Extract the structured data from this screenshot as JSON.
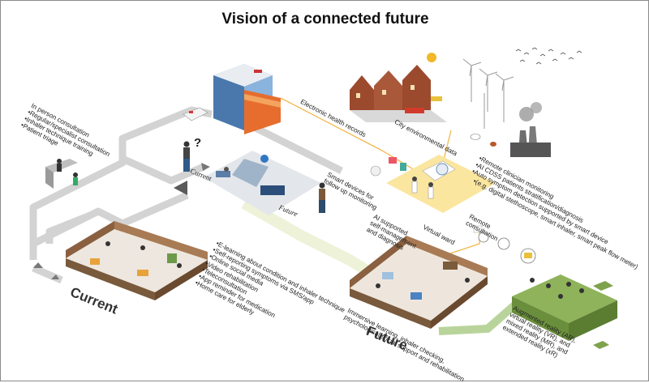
{
  "title": "Vision of a connected future",
  "labels": {
    "current_big": "Current",
    "future_big": "Future",
    "current_arrow": "Current",
    "future_arrow": "Future",
    "question_mark": "?",
    "ehr": "Electronic health records",
    "city_env": "City environmental data",
    "smart_devices_line1": "Smart devices for",
    "smart_devices_line2": "follow up monitoring",
    "ai_supported_line1": "AI supported",
    "ai_supported_line2": "self-management",
    "ai_supported_line3": "and diagnosis",
    "virtual_ward": "Virtual ward",
    "remote_consult_line1": "Remote",
    "remote_consult_line2": "consultation",
    "immersive_line1": "Immersive learning, inhaler checking,",
    "immersive_line2": "psychological/social support and rehabilitation"
  },
  "lists": {
    "in_person_title": "In person consultation",
    "in_person_items": [
      "Regular/specialist consultation",
      "Inhaler technique training",
      "Patient triage"
    ],
    "current_items": [
      "E-learning about condition and inhaler technique",
      "Self-reporting symptoms via SMS/app",
      "Online social media",
      "Video rehabilitation",
      "Teleconsultation",
      "App reminder for medication",
      "Home care for elderly"
    ],
    "remote_items": [
      "Remote clinician monitoring",
      "AI CDSS patients stratification/diagnosis",
      "Auto symptom detection supported by smart device",
      "(e.g. digital stethoscope, smart inhaler, smart peak flow meter)"
    ],
    "ar_items": [
      "Augmented reality (AR),",
      "virtual reality (VR), and",
      "mixed reality (MR), and",
      "extended reality (xR)"
    ]
  },
  "colors": {
    "path_gray": "#cfcfcf",
    "orange_line": "#f2b84b",
    "yellow_platform": "#fbe6a0",
    "building_blue": "#5f8fc4",
    "green_grass": "#8fb35a",
    "room_brown": "#a87b55"
  }
}
